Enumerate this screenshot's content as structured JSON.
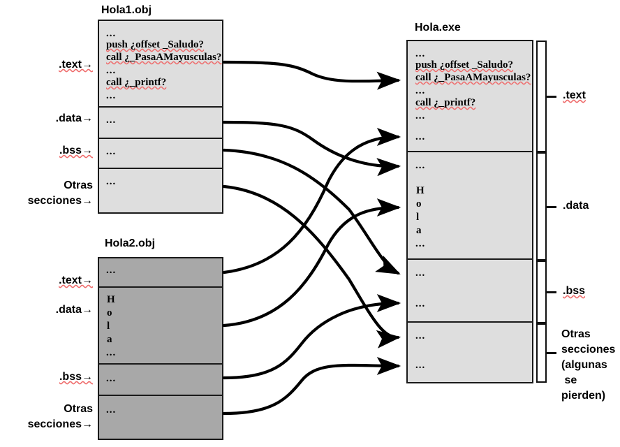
{
  "diagram": {
    "title_hola1": "Hola1.obj",
    "title_hola2": "Hola2.obj",
    "title_holaexe": "Hola.exe",
    "ellipsis": "...",
    "colors": {
      "obj_light_fill": "#dedede",
      "obj_dark_fill": "#a8a8a8",
      "border": "#1a1a1a",
      "arrow": "#000000",
      "spellcheck_underline": "#ef6d6d",
      "background": "#ffffff"
    }
  },
  "hola1": {
    "title": "Hola1.obj",
    "sections": [
      {
        "name": ".text",
        "lines": [
          "...",
          "push ¿offset _Saludo?",
          "call ¿_PasaAMayusculas?",
          "...",
          "call ¿_printf?",
          "..."
        ]
      },
      {
        "name": ".data",
        "lines": [
          "..."
        ]
      },
      {
        "name": ".bss",
        "lines": [
          "..."
        ]
      },
      {
        "name": "Otras secciones",
        "lines": [
          "..."
        ]
      }
    ],
    "labels": [
      ".text→",
      ".data→",
      ".bss→",
      "Otras\nsecciones→"
    ]
  },
  "hola2": {
    "title": "Hola2.obj",
    "sections": [
      {
        "name": ".text",
        "lines": [
          "..."
        ]
      },
      {
        "name": ".data",
        "lines": [
          "H",
          "o",
          "l",
          "a",
          "..."
        ]
      },
      {
        "name": ".bss",
        "lines": [
          "..."
        ]
      },
      {
        "name": "Otras secciones",
        "lines": [
          "..."
        ]
      }
    ],
    "labels": [
      ".text→",
      ".data→",
      ".bss→",
      "Otras\nsecciones→"
    ]
  },
  "holaexe": {
    "title": "Hola.exe",
    "sections": [
      {
        "name": ".text",
        "lines": [
          "...",
          "push ¿offset _Saludo?",
          "call ¿_PasaAMayusculas?",
          "...",
          "call ¿_printf?",
          "...",
          "..."
        ]
      },
      {
        "name": ".data",
        "lines": [
          "...",
          "H",
          "o",
          "l",
          "a",
          "..."
        ]
      },
      {
        "name": ".bss",
        "lines": [
          "...",
          "..."
        ]
      },
      {
        "name": "Otras secciones",
        "lines": [
          "...",
          "..."
        ]
      }
    ],
    "labels": [
      ".text",
      ".data",
      ".bss",
      "Otras\nsecciones\n(algunas\n se\npierden)"
    ]
  },
  "code_text": {
    "l1": "...",
    "push_saludo": "push ¿offset _Saludo?",
    "call_pasa": "call ¿_PasaAMayusculas?",
    "call_printf": "call ¿_printf?",
    "h": "H",
    "o": "o",
    "l": "l",
    "a": "a"
  },
  "arrows": {
    "count": 8,
    "description": "curved linker connectors from object file sections to executable sections",
    "mappings": [
      {
        "from": "hola1.text",
        "to": "holaexe.text"
      },
      {
        "from": "hola1.data",
        "to": "holaexe.data"
      },
      {
        "from": "hola1.bss",
        "to": "holaexe.bss"
      },
      {
        "from": "hola1.otras",
        "to": "holaexe.otras"
      },
      {
        "from": "hola2.text",
        "to": "holaexe.text"
      },
      {
        "from": "hola2.data",
        "to": "holaexe.data"
      },
      {
        "from": "hola2.bss",
        "to": "holaexe.bss"
      },
      {
        "from": "hola2.otras",
        "to": "holaexe.otras"
      }
    ]
  }
}
